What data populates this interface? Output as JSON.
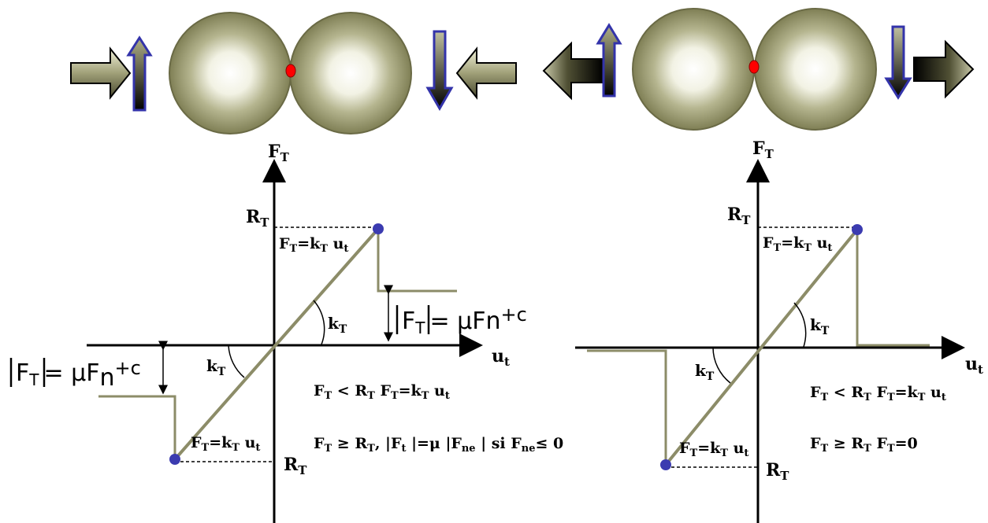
{
  "colors": {
    "sphere_edge": "#8a8a5e",
    "sphere_center": "#ffffff",
    "line": "#8c8c68",
    "point": "#3b3bb0",
    "contact": "#ff0000",
    "arrow_outline": "#3333aa",
    "axis": "#000000"
  },
  "left_diagram": {
    "axis_y_base": "F",
    "axis_y_sub": "T",
    "axis_x_base": "u",
    "axis_x_sub": "t",
    "threshold_top": {
      "base": "R",
      "sub": "T"
    },
    "threshold_bottom": {
      "base": "R",
      "sub": "T"
    },
    "eq_top": {
      "a": "F",
      "a_sub": "T",
      "b": "=k",
      "b_sub": "T",
      "c": " u",
      "c_sub": "t"
    },
    "eq_bottom": {
      "a": "F",
      "a_sub": "T",
      "b": "=k",
      "b_sub": "T",
      "c": " u",
      "c_sub": "t"
    },
    "slope_upper": {
      "base": "k",
      "sub": "T"
    },
    "slope_lower": {
      "base": "k",
      "sub": "T"
    },
    "friction_right": {
      "pre": "F",
      "sub": "T",
      "post": "= μF",
      "sub2": "n",
      "tail": "+c"
    },
    "friction_left": {
      "pre": "F",
      "sub": "T",
      "post": "= μF",
      "sub2": "n",
      "tail": "+c"
    },
    "cond1": {
      "a": "F",
      "a_sub": "T",
      "b": " < R",
      "b_sub": "T",
      "c": "  F",
      "c_sub": "T",
      "d": "=k",
      "d_sub": "T",
      "e": " u",
      "e_sub": "t"
    },
    "cond2": {
      "a": "F",
      "a_sub": "T",
      "b": " ≥ R",
      "b_sub": "T",
      "c": ",  |F",
      "c_sub": "t",
      "d": " |=μ |F",
      "d_sub": "ne",
      "e": " |  si  F",
      "e_sub": "ne",
      "f": "≤ 0"
    }
  },
  "right_diagram": {
    "axis_y_base": "F",
    "axis_y_sub": "T",
    "axis_x_base": "u",
    "axis_x_sub": "t",
    "threshold_top": {
      "base": "R",
      "sub": "T"
    },
    "threshold_bottom": {
      "base": "R",
      "sub": "T"
    },
    "eq_top": {
      "a": "F",
      "a_sub": "T",
      "b": "=k",
      "b_sub": "T",
      "c": " u",
      "c_sub": "t"
    },
    "eq_bottom": {
      "a": "F",
      "a_sub": "T",
      "b": "=k",
      "b_sub": "T",
      "c": " u",
      "c_sub": "t"
    },
    "slope_upper": {
      "base": "k",
      "sub": "T"
    },
    "slope_lower": {
      "base": "k",
      "sub": "T"
    },
    "cond1": {
      "a": "F",
      "a_sub": "T",
      "b": " < R",
      "b_sub": "T",
      "c": "  F",
      "c_sub": "T",
      "d": "=k",
      "d_sub": "T",
      "e": " u",
      "e_sub": "t"
    },
    "cond2": {
      "a": "F",
      "a_sub": "T",
      "b": " ≥ R",
      "b_sub": "T",
      "c": "  F",
      "c_sub": "T",
      "d": "=0"
    }
  }
}
